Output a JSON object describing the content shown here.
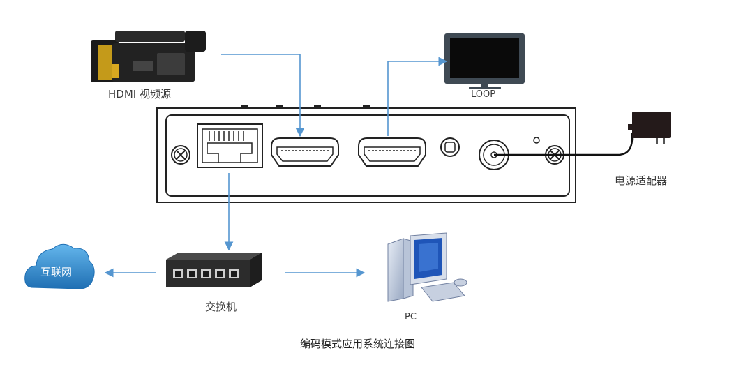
{
  "labels": {
    "camera": "HDMI 视频源",
    "loop": "LOOP",
    "power": "电源适配器",
    "internet": "互联网",
    "switch": "交换机",
    "pc": "PC",
    "caption": "编码模式应用系统连接图"
  },
  "colors": {
    "arrow": "#5596d0",
    "device_stroke": "#222222",
    "cloud": "#2b84c8",
    "monitor": "#3f4a54"
  }
}
